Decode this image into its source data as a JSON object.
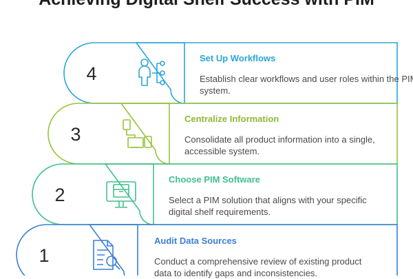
{
  "title": "Achieving Digital Shelf Success with PIM",
  "colors": {
    "step4": "#2aa6d6",
    "step3": "#97c33b",
    "step2": "#3fbf8f",
    "step1": "#3a7fd6"
  },
  "steps": [
    {
      "number": "4",
      "title": "Set Up Workflows",
      "description": "Establish clear workflows and user roles within the PIM system.",
      "icon": "workflow-people-icon"
    },
    {
      "number": "3",
      "title": "Centralize Information",
      "description": "Consolidate all product information into a single, accessible system.",
      "icon": "connected-devices-icon"
    },
    {
      "number": "2",
      "title": "Choose PIM Software",
      "description": "Select a PIM solution that aligns with your specific digital shelf requirements.",
      "icon": "software-monitor-icon"
    },
    {
      "number": "1",
      "title": "Audit Data Sources",
      "description": "Conduct a comprehensive review of existing product data to identify gaps and inconsistencies.",
      "icon": "document-search-icon"
    }
  ]
}
